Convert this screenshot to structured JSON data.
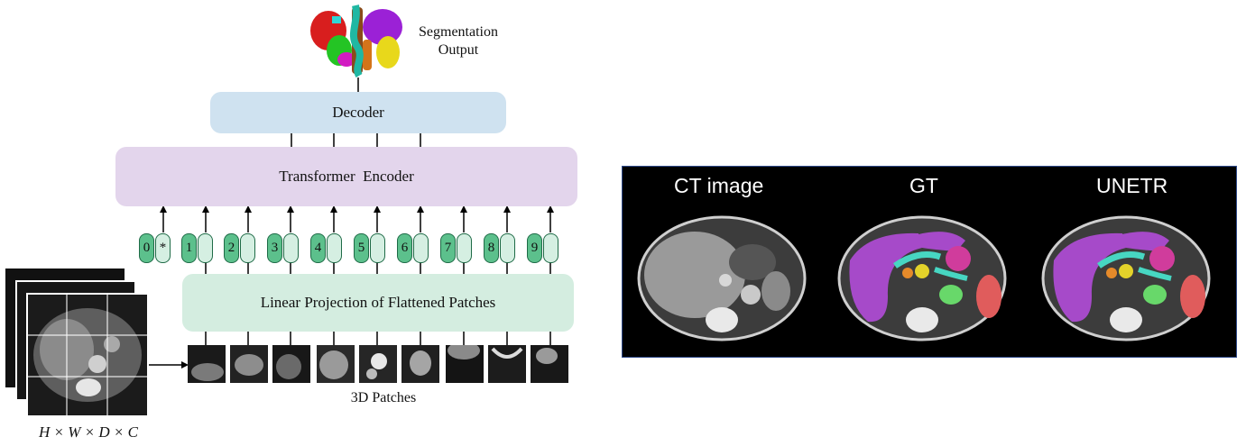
{
  "diagram": {
    "output_label": [
      "Segmentation",
      "Output"
    ],
    "decoder_label": "Decoder",
    "encoder_label": "Transformer  Encoder",
    "projection_label": "Linear Projection of Flattened Patches",
    "patches_label": "3D Patches",
    "input_dims_label": "H × W × D × C",
    "tokens": [
      "0",
      "1",
      "2",
      "3",
      "4",
      "5",
      "6",
      "7",
      "8",
      "9"
    ],
    "class_token_symbol": "*"
  },
  "results_panel": {
    "columns": [
      "CT image",
      "GT",
      "UNETR"
    ]
  },
  "colors": {
    "decoder": "#cfe2f0",
    "encoder": "#e3d5ec",
    "projection": "#d4ede0",
    "token_position": "#5cc08c",
    "token_embedding": "#d5efe2",
    "panel_border": "#2f4a8a"
  }
}
